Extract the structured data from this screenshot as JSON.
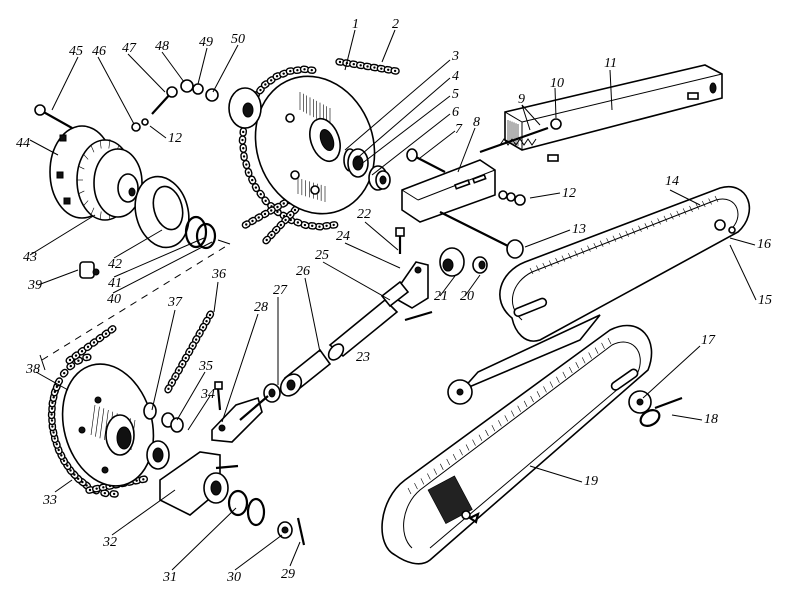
{
  "diagram": {
    "type": "exploded-assembly-drawing",
    "subject": "chain drive transmission with sprockets, tensioner arm and chain guard",
    "callouts": [
      "1",
      "2",
      "3",
      "4",
      "5",
      "6",
      "7",
      "8",
      "9",
      "10",
      "11",
      "12",
      "13",
      "14",
      "15",
      "16",
      "17",
      "18",
      "19",
      "20",
      "21",
      "22",
      "23",
      "24",
      "25",
      "26",
      "27",
      "28",
      "29",
      "30",
      "31",
      "32",
      "33",
      "34",
      "35",
      "36",
      "37",
      "38",
      "39",
      "40",
      "41",
      "42",
      "43",
      "44",
      "45",
      "46",
      "47",
      "48",
      "49",
      "50"
    ],
    "repeated_callouts": {
      "12": 2
    },
    "components": {
      "upper_sprocket": "1",
      "upper_chain": "2",
      "tensioner_bar": "11",
      "upper_chain_guard": "14",
      "lower_chain_guard": "19",
      "lower_sprocket": "33",
      "lower_chain": "38",
      "clutch_hub": "44",
      "friction_disc": "42",
      "connecting_shaft": "25"
    }
  }
}
